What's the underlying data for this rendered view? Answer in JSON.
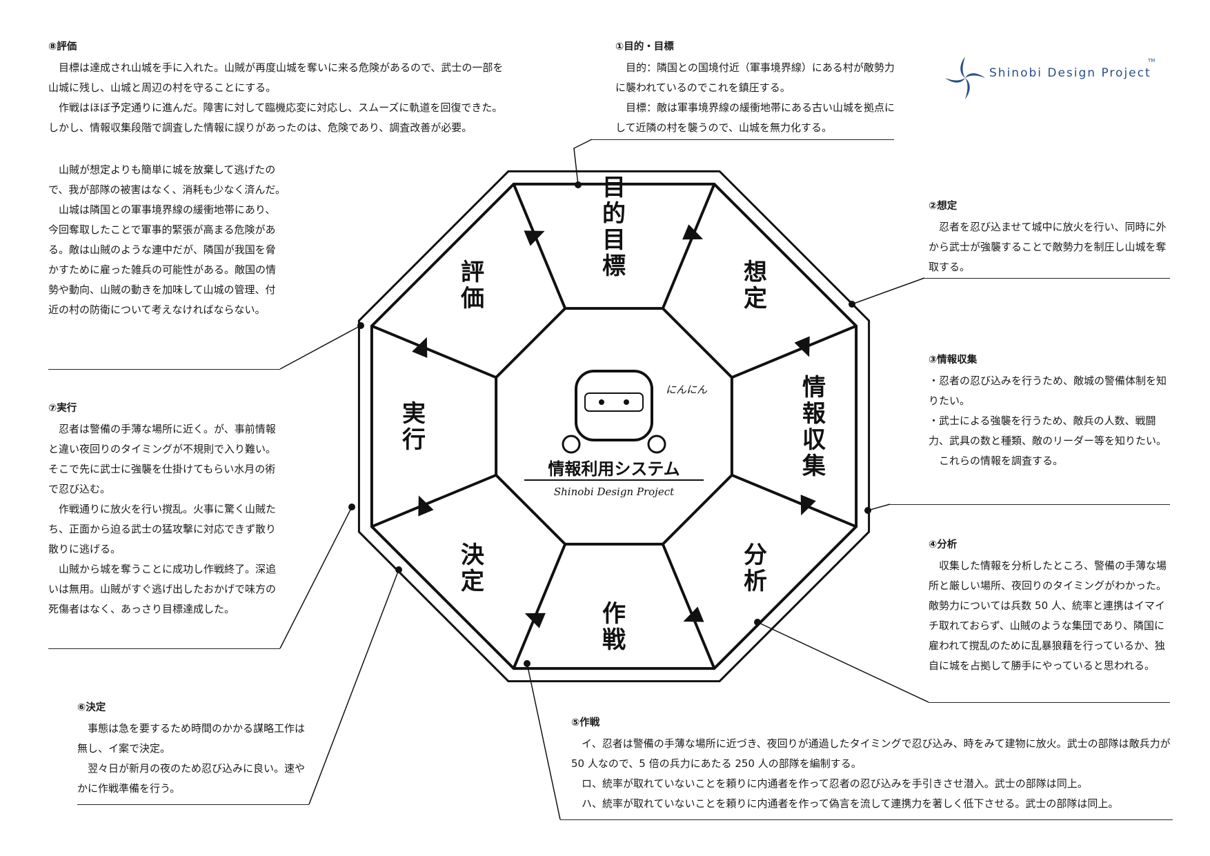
{
  "logo": {
    "text": "Shinobi Design Project",
    "tm": "TM"
  },
  "center": {
    "title": "情報利用システム",
    "subtitle": "Shinobi Design Project",
    "mascot_text": "にんにん"
  },
  "wheel": {
    "segments": [
      {
        "id": "purpose",
        "label": "目的・目標"
      },
      {
        "id": "assumption",
        "label": "想定"
      },
      {
        "id": "intel",
        "label": "情報収集"
      },
      {
        "id": "analysis",
        "label": "分析"
      },
      {
        "id": "plan",
        "label": "作戦"
      },
      {
        "id": "decision",
        "label": "決定"
      },
      {
        "id": "execution",
        "label": "実行"
      },
      {
        "id": "evaluation",
        "label": "評価"
      }
    ]
  },
  "sections": {
    "purpose": {
      "title": "①目的・目標",
      "paragraphs": [
        "目的：隣国との国境付近（軍事境界線）にある村が敵勢力に襲われているのでこれを鎮圧する。",
        "目標：敵は軍事境界線の緩衝地帯にある古い山城を拠点にして近隣の村を襲うので、山城を無力化する。"
      ]
    },
    "assumption": {
      "title": "②想定",
      "paragraphs": [
        "忍者を忍び込ませて城中に放火を行い、同時に外から武士が強襲することで敵勢力を制圧し山城を奪取する。"
      ]
    },
    "intel": {
      "title": "③情報収集",
      "bullets": [
        "・忍者の忍び込みを行うため、敵城の警備体制を知りたい。",
        "・武士による強襲を行うため、敵兵の人数、戦闘力、武具の数と種類、敵のリーダー等を知りたい。"
      ],
      "closing": "これらの情報を調査する。"
    },
    "analysis": {
      "title": "④分析",
      "paragraphs": [
        "収集した情報を分析したところ、警備の手薄な場所と厳しい場所、夜回りのタイミングがわかった。敵勢力については兵数 50 人、統率と連携はイマイチ取れておらず、山賊のような集団であり、隣国に雇われて撹乱のために乱暴狼藉を行っているか、独自に城を占拠して勝手にやっていると思われる。"
      ]
    },
    "plan": {
      "title": "⑤作戦",
      "paragraphs": [
        "イ、忍者は警備の手薄な場所に近づき、夜回りが通過したタイミングで忍び込み、時をみて建物に放火。武士の部隊は敵兵力が 50 人なので、5 倍の兵力にあたる 250 人の部隊を編制する。",
        "ロ、統率が取れていないことを頼りに内通者を作って忍者の忍び込みを手引きさせ潜入。武士の部隊は同上。",
        "ハ、統率が取れていないことを頼りに内通者を作って偽言を流して連携力を著しく低下させる。武士の部隊は同上。"
      ]
    },
    "decision": {
      "title": "⑥決定",
      "paragraphs": [
        "事態は急を要するため時間のかかる謀略工作は無し、イ案で決定。",
        "翌々日が新月の夜のため忍び込みに良い。速やかに作戦準備を行う。"
      ]
    },
    "execution": {
      "title": "⑦実行",
      "paragraphs": [
        "忍者は警備の手薄な場所に近く。が、事前情報と違い夜回りのタイミングが不規則で入り難い。そこで先に武士に強襲を仕掛けてもらい水月の術で忍び込む。",
        "作戦通りに放火を行い撹乱。火事に驚く山賊たち、正面から迫る武士の猛攻撃に対応できず散り散りに逃げる。",
        "山賊から城を奪うことに成功し作戦終了。深追いは無用。山賊がすぐ逃げ出したおかげで味方の死傷者はなく、あっさり目標達成した。"
      ]
    },
    "evaluation": {
      "title": "⑧評価",
      "paragraphs": [
        "目標は達成され山城を手に入れた。山賊が再度山城を奪いに来る危険があるので、武士の一部を山城に残し、山城と周辺の村を守ることにする。",
        "作戦はほぼ予定通りに進んだ。障害に対して臨機応変に対応し、スムーズに軌道を回復できた。しかし、情報収集段階で調査した情報に誤りがあったのは、危険であり、調査改善が必要。",
        "山賊が想定よりも簡単に城を放棄して逃げたので、我が部隊の被害はなく、消耗も少なく済んだ。",
        "山城は隣国との軍事境界線の緩衝地帯にあり、今回奪取したことで軍事的緊張が高まる危険がある。敵は山賊のような連中だが、隣国が我国を脅かすために雇った雑兵の可能性がある。敵国の情勢や動向、山賊の動きを加味して山城の管理、付近の村の防衛について考えなければならない。"
      ]
    }
  },
  "colors": {
    "ink": "#111111",
    "logo_blue": "#2a4e88"
  }
}
